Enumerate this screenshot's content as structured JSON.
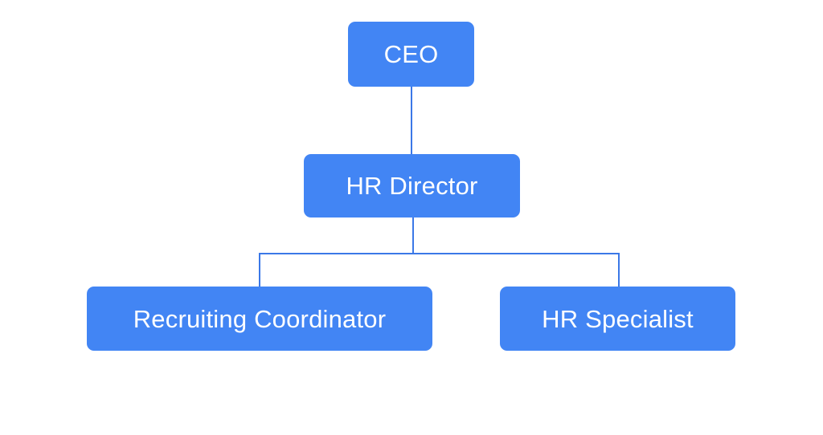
{
  "diagram": {
    "type": "org-chart",
    "colors": {
      "background": "#ffffff",
      "node_fill": "#4285f4",
      "node_text": "#ffffff",
      "connector": "#3b78e7"
    },
    "nodes": [
      {
        "id": "ceo",
        "label": "CEO",
        "level": 1,
        "reports_to": null
      },
      {
        "id": "hr-director",
        "label": "HR Director",
        "level": 2,
        "reports_to": "ceo"
      },
      {
        "id": "recruiting-coordinator",
        "label": "Recruiting Coordinator",
        "level": 3,
        "reports_to": "hr-director"
      },
      {
        "id": "hr-specialist",
        "label": "HR Specialist",
        "level": 3,
        "reports_to": "hr-director"
      }
    ],
    "edges": [
      {
        "from": "ceo",
        "to": "hr-director"
      },
      {
        "from": "hr-director",
        "to": "recruiting-coordinator"
      },
      {
        "from": "hr-director",
        "to": "hr-specialist"
      }
    ]
  }
}
